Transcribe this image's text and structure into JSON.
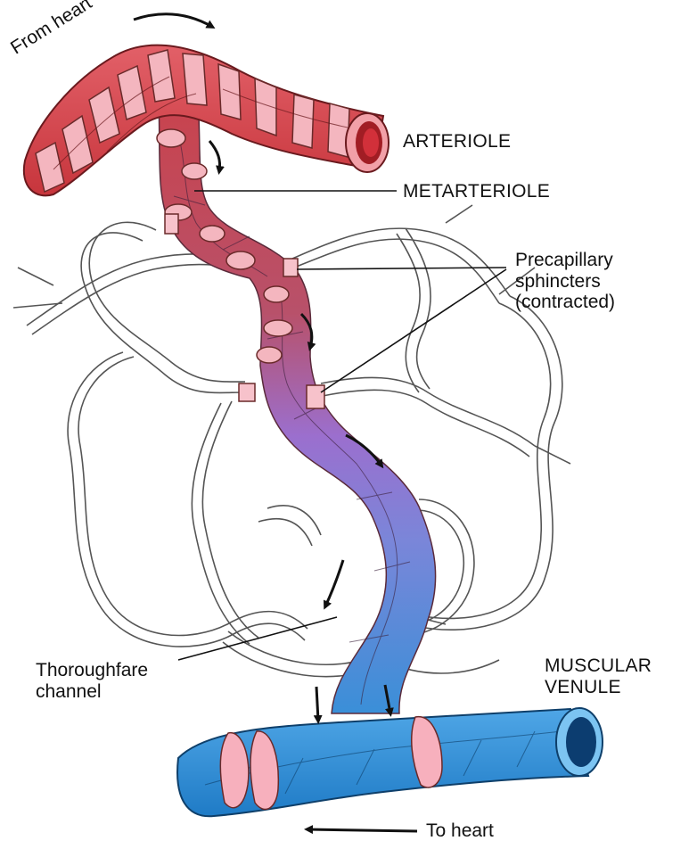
{
  "labels": {
    "from_heart": "From heart",
    "arteriole": "ARTERIOLE",
    "metarteriole": "METARTERIOLE",
    "precapillary_line1": "Precapillary",
    "precapillary_line2": "sphincters",
    "precapillary_line3": "(contracted)",
    "thoroughfare_line1": "Thoroughfare",
    "thoroughfare_line2": "channel",
    "venule_line1": "MUSCULAR",
    "venule_line2": "VENULE",
    "to_heart": "To heart"
  },
  "colors": {
    "arteriole": "#d9444a",
    "arteriole_dark": "#8e1b1e",
    "smooth_muscle": "#f4b6bf",
    "metarteriole_mid": "#b8516a",
    "thoroughfare": "#9b6fce",
    "venule": "#2f8fd6",
    "venule_dark": "#15548a",
    "capillary_outline": "#555555"
  }
}
